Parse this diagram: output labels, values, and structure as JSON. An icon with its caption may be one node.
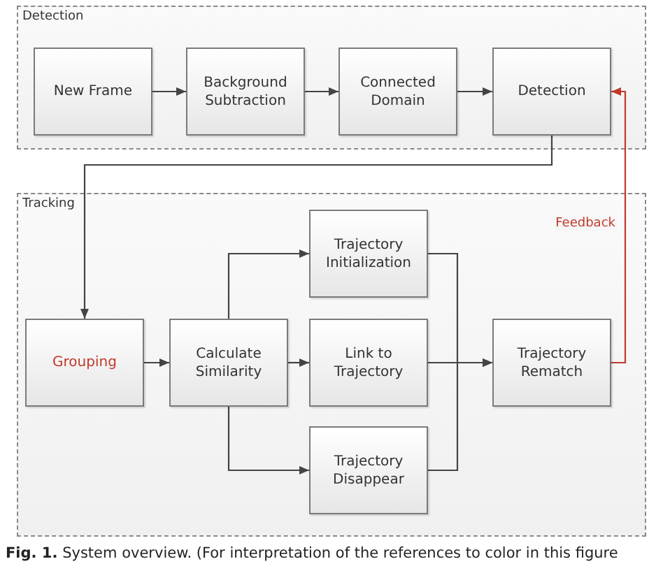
{
  "diagram": {
    "caption": "**Fig. 1.** System overview. (For interpretation of the references to color in this figure",
    "nodes": [
      {
        "text": [
          "Detection"
        ]
      },
      {
        "text": [
          "New Frame"
        ],
        "in": 0
      },
      {
        "text": [
          "Background Subtraction"
        ],
        "in": 0
      },
      {
        "text": [
          "Connected Domain"
        ],
        "in": 0
      },
      {
        "text": [
          "Detection"
        ],
        "in": 0
      },
      {
        "text": [
          "Tracking"
        ]
      },
      {
        "text": [
          "Grouping"
        ],
        "in": 5
      },
      {
        "text": [
          "Calculate Similarity"
        ],
        "in": 5
      },
      {
        "text": [
          "Trajectory Initialization"
        ],
        "in": 5
      },
      {
        "text": [
          "Link to Trajectory"
        ],
        "in": 5
      },
      {
        "text": [
          "Trajectory Disappear"
        ],
        "in": 5
      },
      {
        "text": [
          "Trajectory Rematch"
        ],
        "in": 5
      }
    ],
    "edges": [
      {
        "from": 1,
        "to": 2,
        "arrow": "to"
      },
      {
        "from": 2,
        "to": 3,
        "arrow": "to"
      },
      {
        "from": 3,
        "to": 4,
        "arrow": "to"
      },
      {
        "from": 4,
        "to": 6,
        "arrow": "to"
      },
      {
        "from": 6,
        "to": 7,
        "arrow": "to"
      },
      {
        "from": 7,
        "to": 8,
        "arrow": "to"
      },
      {
        "from": 7,
        "to": 9,
        "arrow": "to"
      },
      {
        "from": 7,
        "to": 10,
        "arrow": "to"
      },
      {
        "from": 8,
        "to": 11,
        "arrow": "to"
      },
      {
        "from": 9,
        "to": 11,
        "arrow": "to"
      },
      {
        "from": 10,
        "to": 11,
        "arrow": "to"
      },
      {
        "from": 11,
        "to": 4,
        "arrow": "to",
        "label": "Feedback",
        "color": "#c0392b"
      }
    ]
  }
}
